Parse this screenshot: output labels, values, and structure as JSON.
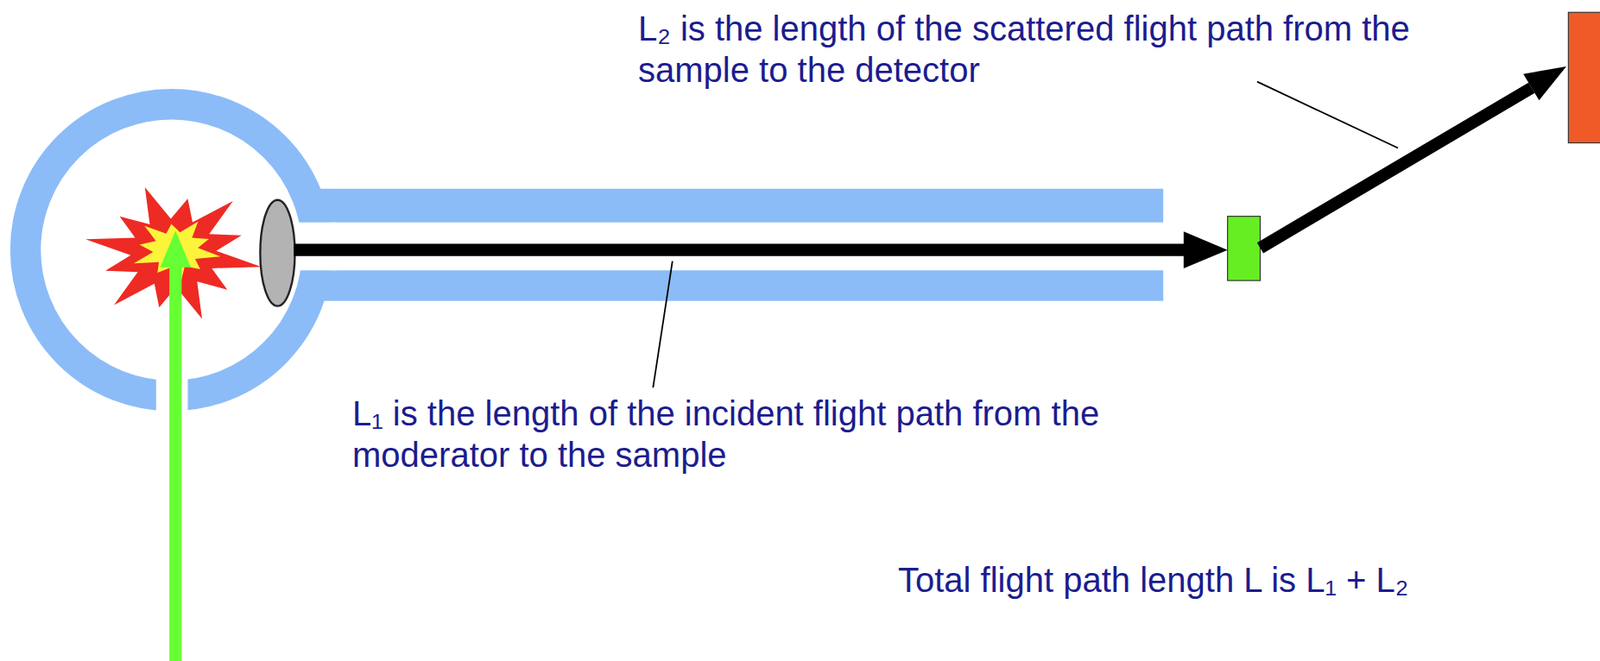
{
  "diagram": {
    "labels": [
      "L₂ is the length of the scattered flight path from the sample to the detector",
      "L₁ is the length of the incident flight path from the moderator to the sample",
      "Total flight path length L is L₁ + L₂"
    ]
  }
}
